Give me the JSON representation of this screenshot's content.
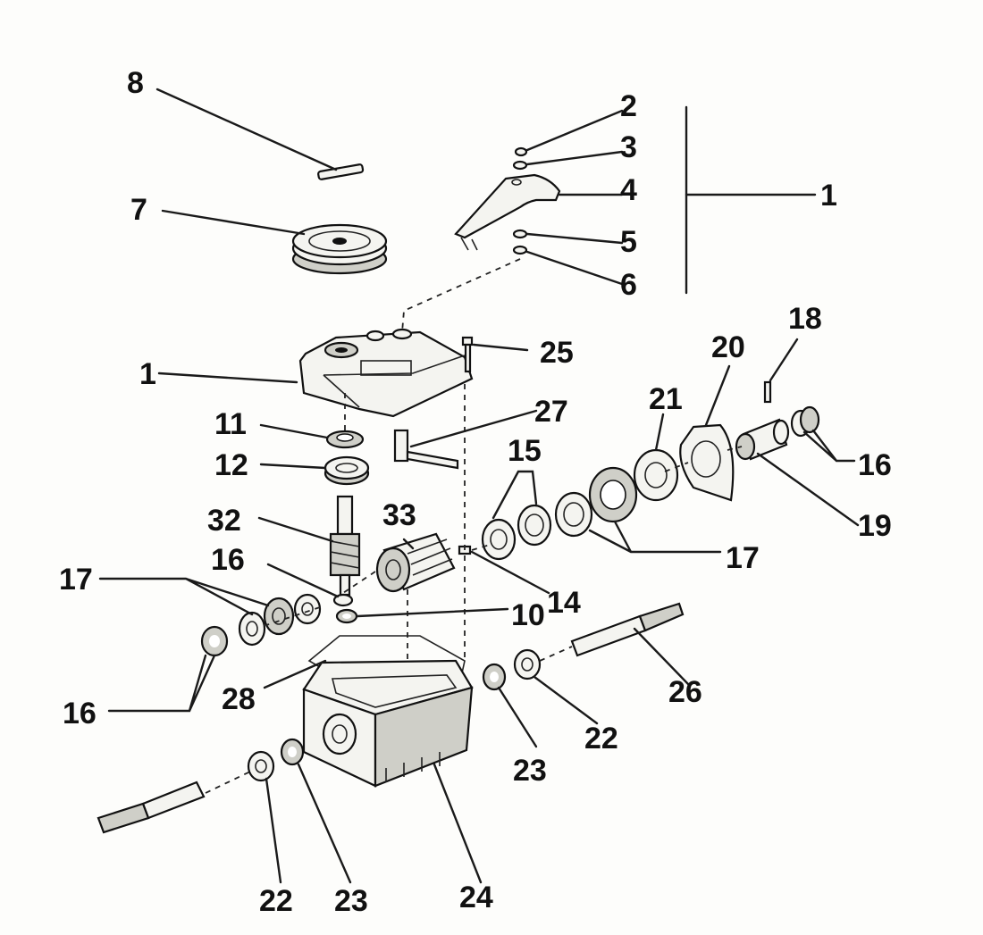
{
  "labels": {
    "l1a": "1",
    "l1b": "1",
    "l2": "2",
    "l3": "3",
    "l4": "4",
    "l5": "5",
    "l6": "6",
    "l7": "7",
    "l8": "8",
    "l10": "10",
    "l11": "11",
    "l12": "12",
    "l14": "14",
    "l15": "15",
    "l16a": "16",
    "l16b": "16",
    "l16c": "16",
    "l17a": "17",
    "l17b": "17",
    "l18": "18",
    "l19": "19",
    "l20": "20",
    "l21": "21",
    "l22a": "22",
    "l22b": "22",
    "l23a": "23",
    "l23b": "23",
    "l24": "24",
    "l25": "25",
    "l26": "26",
    "l27": "27",
    "l28": "28",
    "l32": "32",
    "l33": "33"
  }
}
